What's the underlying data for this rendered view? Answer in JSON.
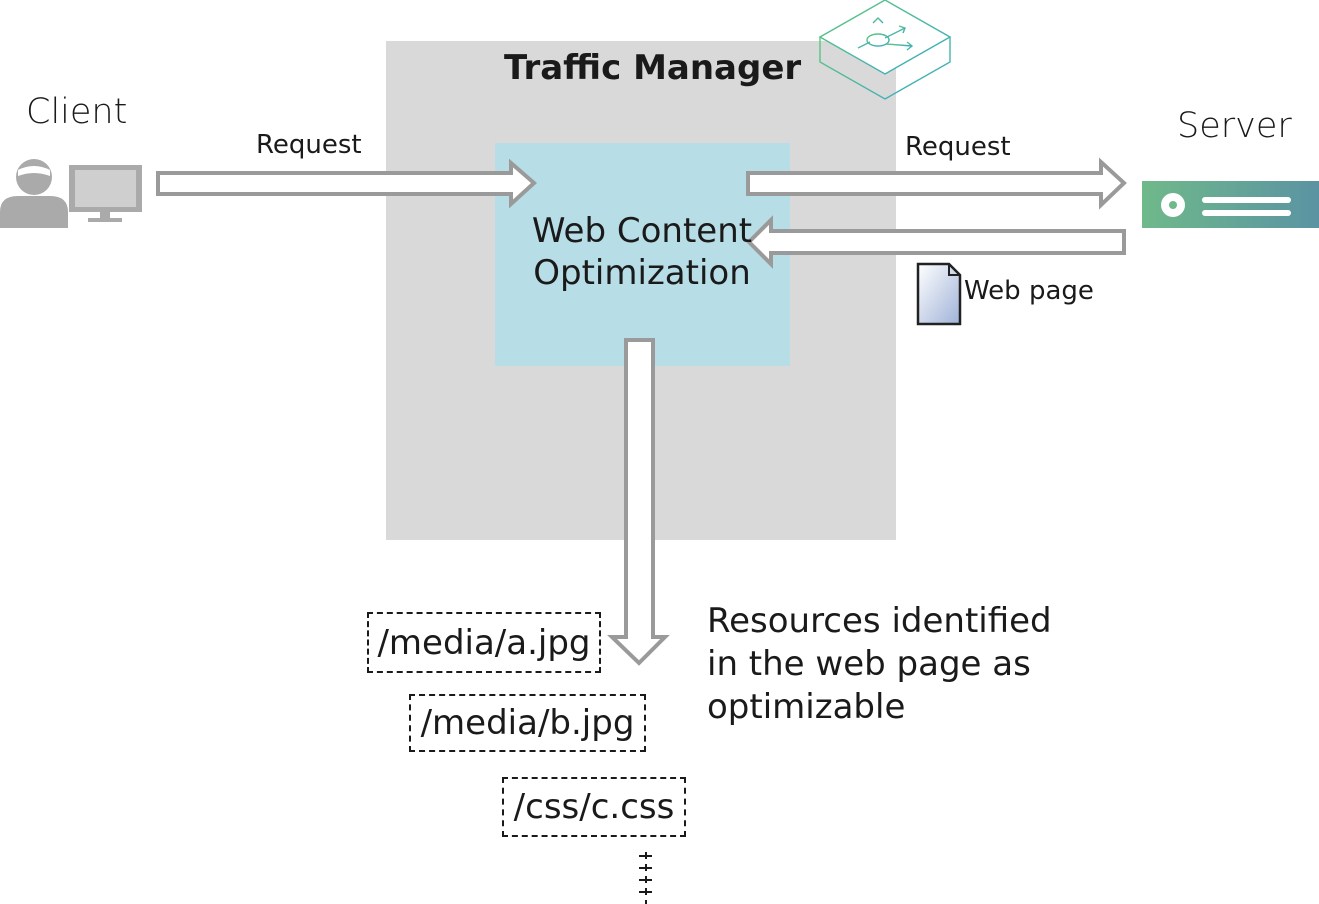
{
  "title": "Traffic Manager",
  "client": {
    "label": "Client"
  },
  "server": {
    "label": "Server"
  },
  "request_in": "Request",
  "request_out": "Request",
  "module": {
    "line1": "Web Content",
    "line2": "Optimization"
  },
  "web_page": "Web page",
  "resources": [
    "/media/a.jpg",
    "/media/b.jpg",
    "/css/c.css"
  ],
  "resource_note": {
    "line1": "Resources identified",
    "line2": "in the web page as",
    "line3": "optimizable"
  },
  "colors": {
    "tm_box": "#d9d9d9",
    "wco_box": "#b7dde6",
    "arrow_stroke": "#9a9a9a",
    "person": "#aaaaaa",
    "server_left": "#6fb98a",
    "server_right": "#5b93a3",
    "tm_icon": "#4fc08a"
  }
}
